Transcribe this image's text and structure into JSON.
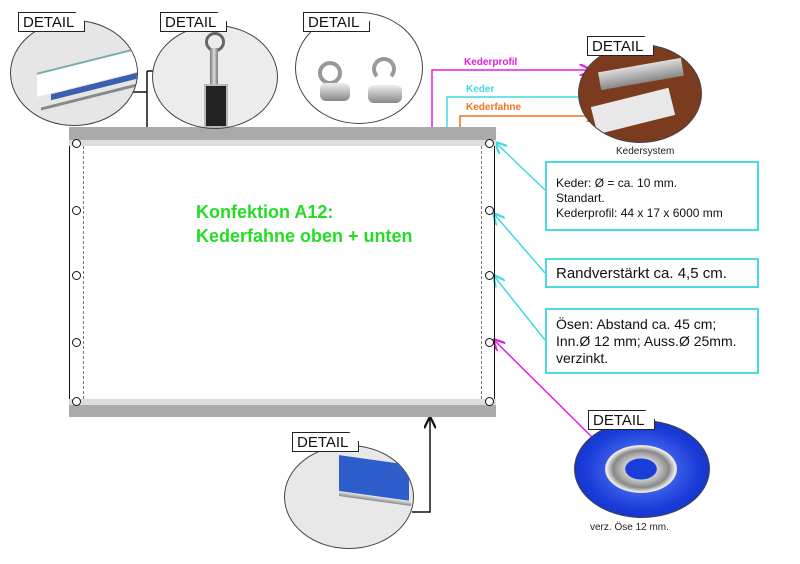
{
  "detail_label": "DETAIL",
  "title": {
    "line1": "Konfektion A12:",
    "line2": "Kederfahne oben + unten"
  },
  "arrows": {
    "kederprofil": "Kederprofil",
    "keder": "Keder",
    "kederfahne": "Kederfahne"
  },
  "captions": {
    "kedersystem": "Kedersystem",
    "oese": "verz. Öse 12 mm."
  },
  "boxes": {
    "keder": [
      "Keder: Ø = ca. 10 mm.",
      "Standart.",
      "Kederprofil: 44 x 17 x 6000 mm"
    ],
    "rand": "Randverstärkt ca. 4,5 cm.",
    "oesen": [
      "Ösen: Abstand ca. 45 cm;",
      "Inn.Ø 12 mm; Auss.Ø 25mm.",
      "verzinkt."
    ]
  },
  "colors": {
    "title_green": "#22dd22",
    "box_border": "#4dd9e0",
    "magenta": "#e020e0",
    "cyan": "#40d8e0",
    "orange": "#f07020"
  }
}
